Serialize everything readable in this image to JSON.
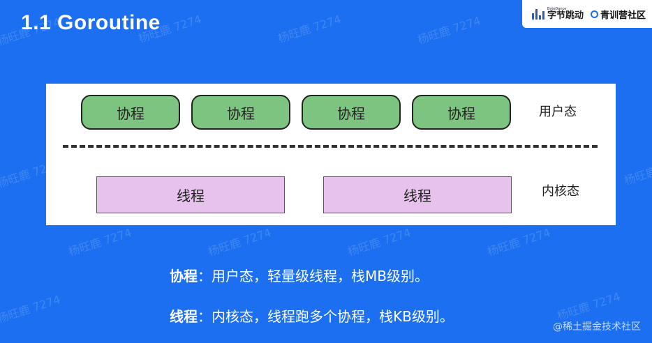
{
  "slide": {
    "title": "1.1 Goroutine"
  },
  "branding": {
    "bytedance_small": "ByteDance",
    "bytedance_name": "字节跳动",
    "community_name": "青训营社区"
  },
  "diagram": {
    "coroutines": [
      "协程",
      "协程",
      "协程",
      "协程"
    ],
    "threads": [
      "线程",
      "线程"
    ],
    "user_state_label": "用户态",
    "kernel_state_label": "内核态"
  },
  "description": {
    "line1_term": "协程",
    "line1_text": "：用户态，轻量级线程，栈MB级别。",
    "line2_term": "线程",
    "line2_text": "：内核态，线程跑多个协程，栈KB级别。"
  },
  "watermark": "杨旺鹿 7274",
  "footer": "@稀土掘金技术社区",
  "colors": {
    "background": "#1b6ff0",
    "coroutine_fill": "#7cc47f",
    "thread_fill": "#e6c2ec"
  }
}
